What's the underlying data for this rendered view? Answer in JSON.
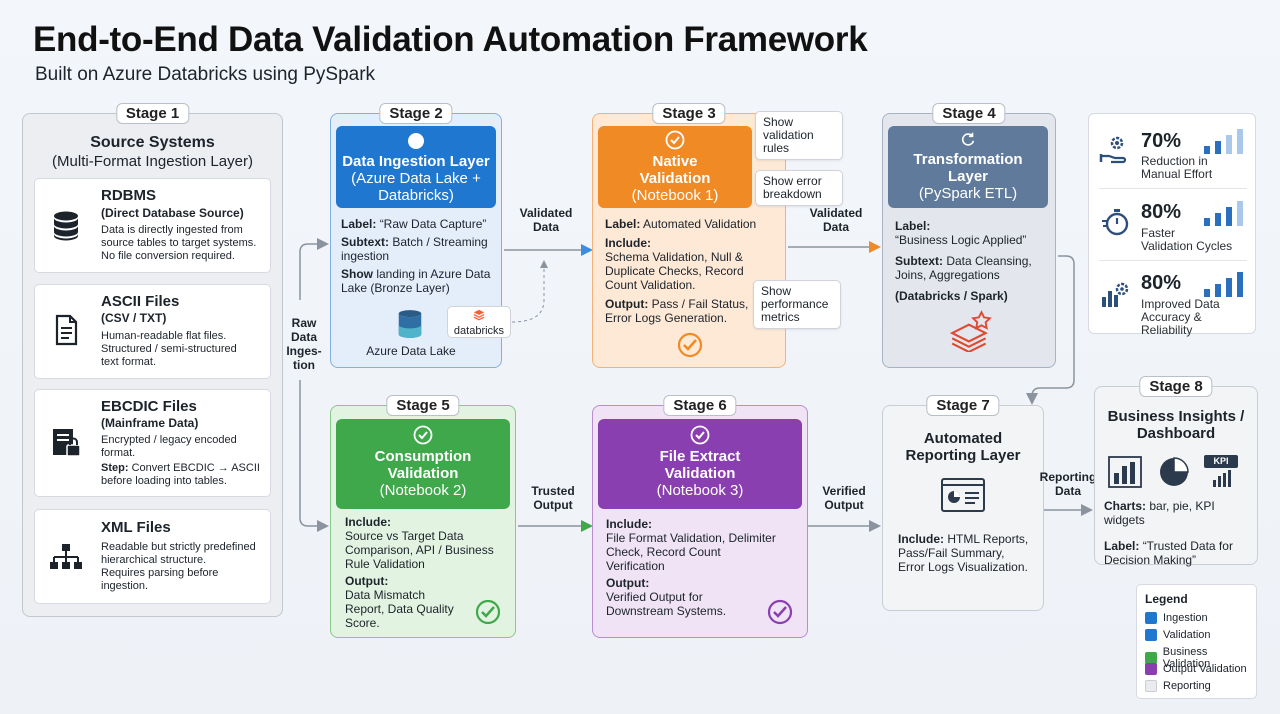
{
  "header": {
    "title": "End-to-End Data Validation Automation Framework",
    "subtitle": "Built on Azure Databricks using PySpark"
  },
  "stage1": {
    "pill": "Stage 1",
    "title": "Source Systems",
    "subtitle": "(Multi-Format Ingestion Layer)",
    "sources": [
      {
        "icon": "database-icon",
        "title": "RDBMS",
        "sub": "(Direct Database Source)",
        "desc": [
          "Data is directly ingested from",
          "source tables to target systems.",
          "No file conversion required."
        ]
      },
      {
        "icon": "document-icon",
        "title": "ASCII Files",
        "sub": "(CSV / TXT)",
        "desc": [
          "Human-readable flat files.",
          "Structured / semi-structured",
          "text format."
        ]
      },
      {
        "icon": "locked-file-icon",
        "title": "EBCDIC Files",
        "sub": "(Mainframe Data)",
        "desc": [
          "Encrypted / legacy encoded",
          "format."
        ],
        "step_label": "Step:",
        "step": [
          "Convert EBCDIC → ASCII",
          "before loading into tables."
        ]
      },
      {
        "icon": "hierarchy-icon",
        "title": "XML Files",
        "desc": [
          "Readable but strictly predefined",
          "hierarchical structure.",
          "Requires parsing before",
          "ingestion."
        ]
      }
    ]
  },
  "stage2": {
    "pill": "Stage 2",
    "title": "Data Ingestion Layer",
    "subtitle": [
      "(Azure Data Lake +",
      "Databricks)"
    ],
    "label_key": "Label:",
    "label_val": "“Raw Data Capture”",
    "subtext_key": "Subtext:",
    "subtext_val": [
      "Batch / Streaming",
      "ingestion"
    ],
    "show_key": "Show",
    "show_val": [
      "landing in Azure Data",
      "Lake (Bronze Layer)"
    ],
    "azure_label": "Azure Data Lake",
    "databricks_label": "databricks"
  },
  "stage3": {
    "pill": "Stage 3",
    "title": [
      "Native",
      "Validation"
    ],
    "subtitle": "(Notebook 1)",
    "label_key": "Label:",
    "label_val": "Automated Validation",
    "include_key": "Include:",
    "include_val": [
      "Schema Validation, Null &",
      "Duplicate Checks, Record",
      "Count Validation."
    ],
    "output_key": "Output:",
    "output_val": [
      "Pass / Fail Status,",
      "Error Logs Generation."
    ],
    "callouts": [
      [
        "Show",
        "validation",
        "rules"
      ],
      [
        "Show error",
        "breakdown"
      ],
      [
        "Show",
        "performance",
        "metrics"
      ]
    ]
  },
  "stage4": {
    "pill": "Stage 4",
    "title": [
      "Transformation",
      "Layer"
    ],
    "subtitle": "(PySpark ETL)",
    "label_key": "Label:",
    "label_val": "“Business Logic Applied”",
    "subtext_key": "Subtext:",
    "subtext_val": [
      "Data Cleansing,",
      "Joins, Aggregations"
    ],
    "engine": "(Databricks / Spark)"
  },
  "stage5": {
    "pill": "Stage 5",
    "title": [
      "Consumption",
      "Validation"
    ],
    "subtitle": "(Notebook 2)",
    "include_key": "Include:",
    "include_val": [
      "Source vs Target Data",
      "Comparison, API / Business",
      "Rule Validation"
    ],
    "output_key": "Output:",
    "output_val": [
      "Data Mismatch",
      "Report, Data Quality",
      "Score."
    ]
  },
  "stage6": {
    "pill": "Stage 6",
    "title": [
      "File Extract",
      "Validation"
    ],
    "subtitle": "(Notebook 3)",
    "include_key": "Include:",
    "include_val": [
      "File Format Validation, Delimiter",
      "Check, Record Count",
      "Verification"
    ],
    "output_key": "Output:",
    "output_val": [
      "Verified Output for",
      "Downstream Systems."
    ]
  },
  "stage7": {
    "pill": "Stage 7",
    "title": [
      "Automated",
      "Reporting Layer"
    ],
    "include_key": "Include:",
    "include_val": [
      "HTML Reports,",
      "Pass/Fail Summary,",
      "Error Logs Visualization."
    ]
  },
  "stage8": {
    "pill": "Stage 8",
    "title": [
      "Business Insights /",
      "Dashboard"
    ],
    "kpi_badge": "KPI",
    "charts_key": "Charts:",
    "charts_val": "bar, pie, KPI widgets",
    "label_key": "Label:",
    "label_val": [
      "“Trusted Data for",
      "Decision Making”"
    ]
  },
  "flows": {
    "raw": [
      "Raw",
      "Data",
      "Inges-",
      "tion"
    ],
    "validated1": [
      "Validated",
      "Data"
    ],
    "validated2": [
      "Validated",
      "Data"
    ],
    "trusted": [
      "Trusted",
      "Output"
    ],
    "verified": [
      "Verified",
      "Output"
    ],
    "reporting": [
      "Reporting",
      "Data"
    ]
  },
  "kpis": [
    {
      "icon": "hand-gear-icon",
      "value": "70%",
      "text": [
        "Reduction in",
        "Manual Effort"
      ]
    },
    {
      "icon": "stopwatch-icon",
      "value": "80%",
      "text": [
        "Faster",
        "Validation Cycles"
      ]
    },
    {
      "icon": "chart-gear-icon",
      "value": "80%",
      "text": [
        "Improved Data",
        "Accuracy & Reliability"
      ]
    }
  ],
  "legend": {
    "title": "Legend",
    "items": [
      {
        "label": "Ingestion",
        "color": "#1f77d0"
      },
      {
        "label": "Validation",
        "color": "#1f77d0"
      },
      {
        "label": "Business Validation",
        "color": "#3ea84a"
      },
      {
        "label": "Output Validation",
        "color": "#8a3fb0"
      },
      {
        "label": "Reporting",
        "color": "#e9ebee"
      }
    ]
  },
  "colors": {
    "ingestion": "#1f77d0",
    "native_validation": "#f08a24",
    "transformation": "#5f7a9a",
    "consumption": "#3ea84a",
    "file_extract": "#8a3fb0"
  }
}
